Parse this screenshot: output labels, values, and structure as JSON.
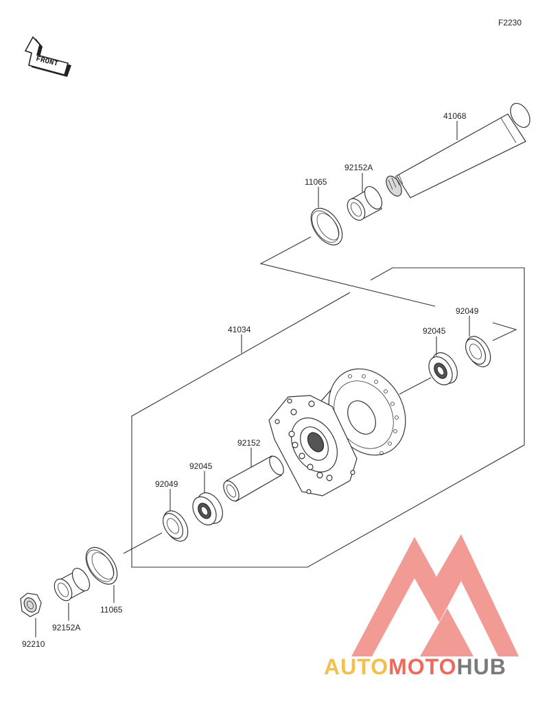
{
  "diagram_code": "F2230",
  "front_label": "FRONT",
  "parts": {
    "axle": "41068",
    "collar_upper": "92152A",
    "cap_upper": "11065",
    "hub": "41034",
    "seal_right": "92049",
    "bearing_right": "92045",
    "spacer": "92152",
    "bearing_left": "92045",
    "seal_left": "92049",
    "cap_lower": "11065",
    "collar_lower": "92152A",
    "nut": "92210"
  },
  "watermark": {
    "text_a": "AUTO",
    "text_b": "MOTO",
    "text_c": "HUB",
    "color_a": "#f5c04a",
    "color_b": "#ef6a5a",
    "color_c": "#7a7a7a",
    "logo_color": "#f08a82"
  }
}
